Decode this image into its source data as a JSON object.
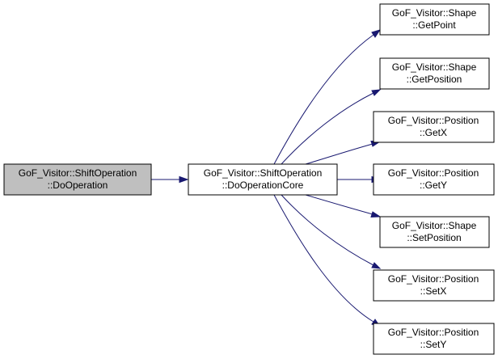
{
  "diagram": {
    "type": "call-graph",
    "colors": {
      "highlight_fill": "#bfbfbf",
      "node_fill": "#ffffff",
      "node_border": "#000000",
      "edge": "#191970"
    },
    "nodes": [
      {
        "id": "do-operation",
        "line1": "GoF_Visitor::ShiftOperation",
        "line2": "::DoOperation",
        "highlighted": true
      },
      {
        "id": "do-operation-core",
        "line1": "GoF_Visitor::ShiftOperation",
        "line2": "::DoOperationCore",
        "highlighted": false
      },
      {
        "id": "shape-get-point",
        "line1": "GoF_Visitor::Shape",
        "line2": "::GetPoint",
        "highlighted": false
      },
      {
        "id": "shape-get-position",
        "line1": "GoF_Visitor::Shape",
        "line2": "::GetPosition",
        "highlighted": false
      },
      {
        "id": "position-get-x",
        "line1": "GoF_Visitor::Position",
        "line2": "::GetX",
        "highlighted": false
      },
      {
        "id": "position-get-y",
        "line1": "GoF_Visitor::Position",
        "line2": "::GetY",
        "highlighted": false
      },
      {
        "id": "shape-set-position",
        "line1": "GoF_Visitor::Shape",
        "line2": "::SetPosition",
        "highlighted": false
      },
      {
        "id": "position-set-x",
        "line1": "GoF_Visitor::Position",
        "line2": "::SetX",
        "highlighted": false
      },
      {
        "id": "position-set-y",
        "line1": "GoF_Visitor::Position",
        "line2": "::SetY",
        "highlighted": false
      }
    ],
    "edges": [
      {
        "from": "do-operation",
        "to": "do-operation-core"
      },
      {
        "from": "do-operation-core",
        "to": "shape-get-point"
      },
      {
        "from": "do-operation-core",
        "to": "shape-get-position"
      },
      {
        "from": "do-operation-core",
        "to": "position-get-x"
      },
      {
        "from": "do-operation-core",
        "to": "position-get-y"
      },
      {
        "from": "do-operation-core",
        "to": "shape-set-position"
      },
      {
        "from": "do-operation-core",
        "to": "position-set-x"
      },
      {
        "from": "do-operation-core",
        "to": "position-set-y"
      }
    ]
  }
}
